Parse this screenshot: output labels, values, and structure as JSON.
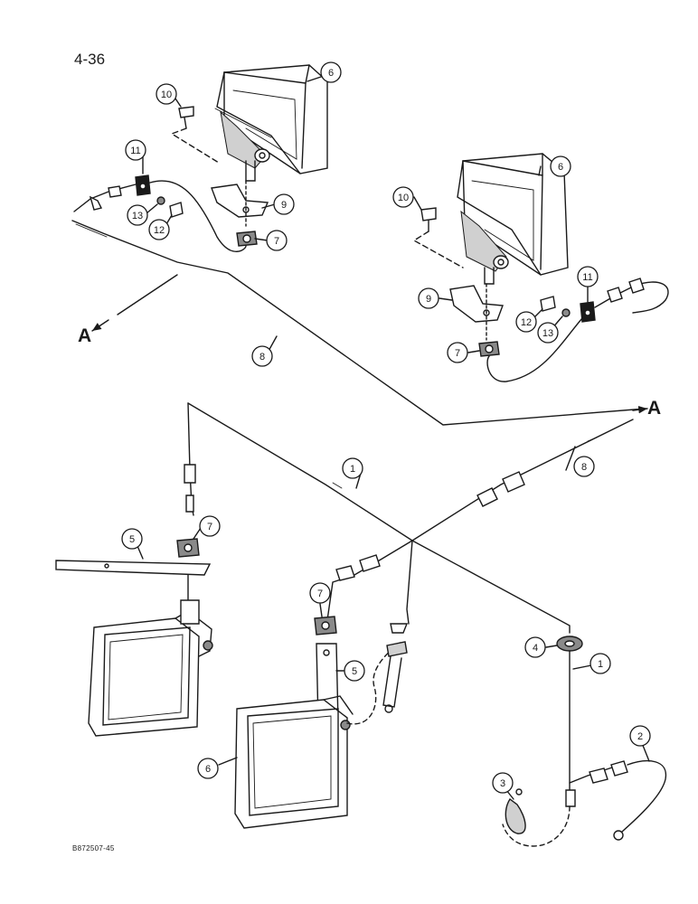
{
  "page": {
    "number": "4-36",
    "drawing_code": "B872507-45"
  },
  "section_refs": [
    "A",
    "A"
  ],
  "callouts": {
    "c1a": "1",
    "c1b": "1",
    "c2": "2",
    "c3": "3",
    "c4": "4",
    "c5a": "5",
    "c5b": "5",
    "c6a": "6",
    "c6b": "6",
    "c6c": "6",
    "c7a": "7",
    "c7b": "7",
    "c7c": "7",
    "c7d": "7",
    "c8a": "8",
    "c8b": "8",
    "c9a": "9",
    "c9b": "9",
    "c10a": "10",
    "c10b": "10",
    "c11a": "11",
    "c11b": "11",
    "c12a": "12",
    "c12b": "12",
    "c13a": "13",
    "c13b": "13"
  },
  "colors": {
    "ink": "#1a1a1a",
    "paper": "#ffffff",
    "shade": "#bcbcbc"
  }
}
